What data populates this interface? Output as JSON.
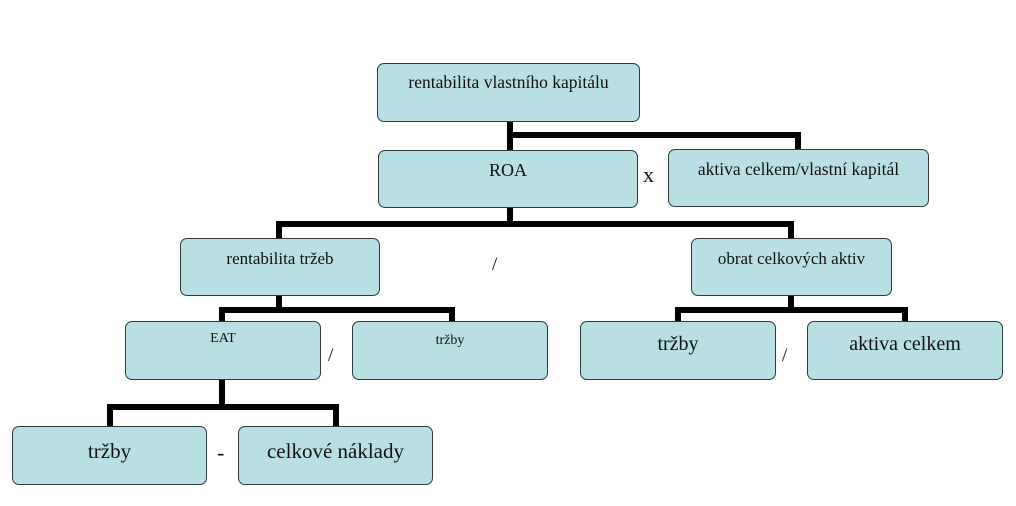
{
  "diagram": {
    "nodes": {
      "roe": "rentabilita vlastního kapitálu",
      "roa": "ROA",
      "leverage": "aktiva celkem/vlastní kapitál",
      "ros": "rentabilita tržeb",
      "turnover": "obrat celkových aktiv",
      "eat": "EAT",
      "sales_1": "tržby",
      "sales_2": "tržby",
      "total_assets": "aktiva celkem",
      "sales_3": "tržby",
      "total_costs": "celkové náklady"
    },
    "operators": {
      "multiply": "x",
      "divide_main": "/",
      "divide_ros": "/",
      "divide_turnover": "/",
      "minus": "-"
    },
    "colors": {
      "box_fill": "#b8dfe3",
      "box_border": "#2f3a3a",
      "connector": "#000000"
    }
  }
}
